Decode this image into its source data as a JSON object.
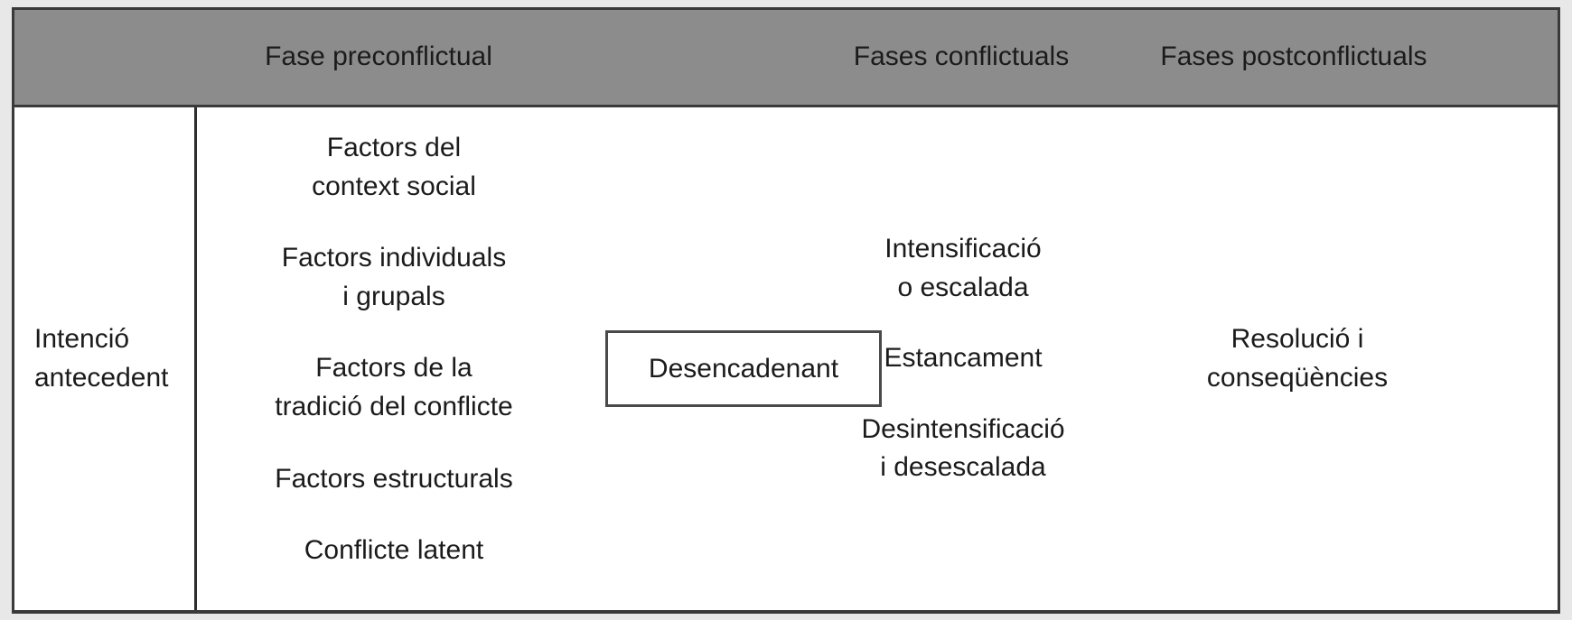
{
  "diagram": {
    "header": {
      "columns": [
        {
          "key": "preconflictual",
          "label": "Fase\npreconflictual"
        },
        {
          "key": "conflictual",
          "label": "Fases\nconflictuals"
        },
        {
          "key": "postconflictual",
          "label": "Fases\npostconflictuals"
        }
      ]
    },
    "antecedent": {
      "label": "Intenció\nantecedent"
    },
    "preconflictual_items": [
      "Factors del\ncontext social",
      "Factors individuals\ni grupals",
      "Factors de la\ntradició del conflicte",
      "Factors estructurals",
      "Conflicte latent"
    ],
    "trigger": {
      "label": "Desencadenant"
    },
    "conflictual_items": [
      "Intensificació\no escalada",
      "Estancament",
      "Desintensificació\ni desescalada"
    ],
    "postconflictual_items": [
      "Resolució i\nconseqüències"
    ],
    "colors": {
      "header_background": "#8c8c8c",
      "border": "#3a3a3a",
      "text": "#1b1b1b",
      "body_background": "#ffffff",
      "page_background": "#e8e8e8"
    }
  }
}
